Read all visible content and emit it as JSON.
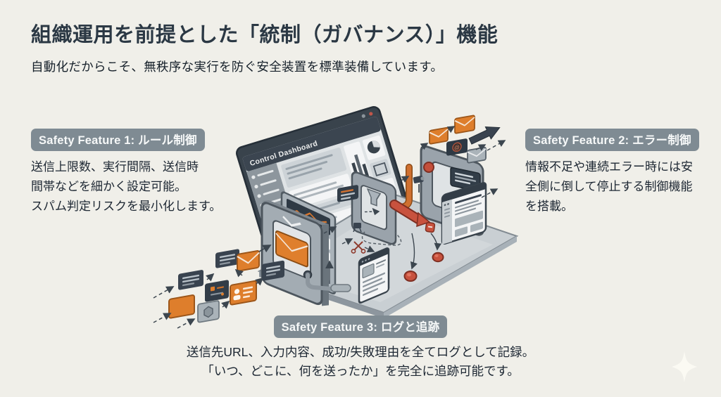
{
  "slide": {
    "title": "組織運用を前提とした「統制（ガバナンス）」機能",
    "subtitle": "自動化だからこそ、無秩序な実行を防ぐ安全装置を標準装備しています。"
  },
  "features": [
    {
      "badge": "Safety Feature 1: ルール制御",
      "lines": [
        "送信上限数、実行間隔、送信時",
        "間帯などを細かく設定可能。",
        "スパム判定リスクを最小化します。"
      ]
    },
    {
      "badge": "Safety Feature 2: エラー制御",
      "lines": [
        "情報不足や連続エラー時には安",
        "全側に倒して停止する制御機能",
        "を搭載。"
      ]
    },
    {
      "badge": "Safety Feature 3: ログと追跡",
      "lines": [
        "送信先URL、入力内容、成功/失敗理由を全てログとして記録。",
        "「いつ、どこに、何を送ったか」を完全に追跡可能です。"
      ]
    }
  ],
  "illustration": {
    "dashboard_title": "Control Dashboard",
    "at_glyph": "@"
  },
  "colors": {
    "background": "#f0efe9",
    "badge": "#7f8b93",
    "heading": "#2b3844",
    "slate": "#39434f",
    "orange": "#de7e2c",
    "red": "#c8523e",
    "frame_gray": "#9aa3ab"
  }
}
